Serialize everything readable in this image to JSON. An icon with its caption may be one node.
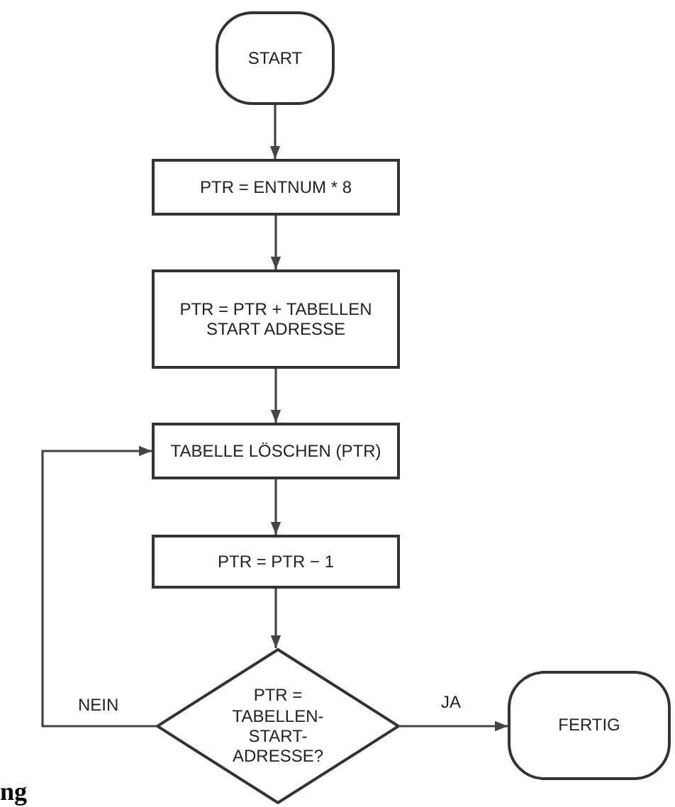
{
  "diagram": {
    "nodes": [
      {
        "text": [
          "START"
        ]
      },
      {
        "text": [
          "PTR = ENTNUM * 8"
        ]
      },
      {
        "text": [
          "PTR = PTR + TABELLEN START ADRESSE"
        ]
      },
      {
        "text": [
          "TABELLE LÖSCHEN (PTR)"
        ]
      },
      {
        "text": [
          "PTR = PTR − 1"
        ]
      },
      {
        "text": [
          "PTR = TABELLEN- START- ADRESSE?"
        ]
      },
      {
        "text": [
          "FERTIG"
        ]
      }
    ],
    "edges": [
      {
        "from": 0,
        "to": 1,
        "arrow": "to"
      },
      {
        "from": 1,
        "to": 2,
        "arrow": "to"
      },
      {
        "from": 2,
        "to": 3,
        "arrow": "to"
      },
      {
        "from": 3,
        "to": 4,
        "arrow": "to"
      },
      {
        "from": 4,
        "to": 5,
        "arrow": "to"
      },
      {
        "from": 5,
        "to": 6,
        "label": "JA",
        "arrow": "to"
      },
      {
        "from": 5,
        "to": 3,
        "label": "NEIN",
        "arrow": "to"
      }
    ],
    "labels": [
      "ng"
    ]
  }
}
